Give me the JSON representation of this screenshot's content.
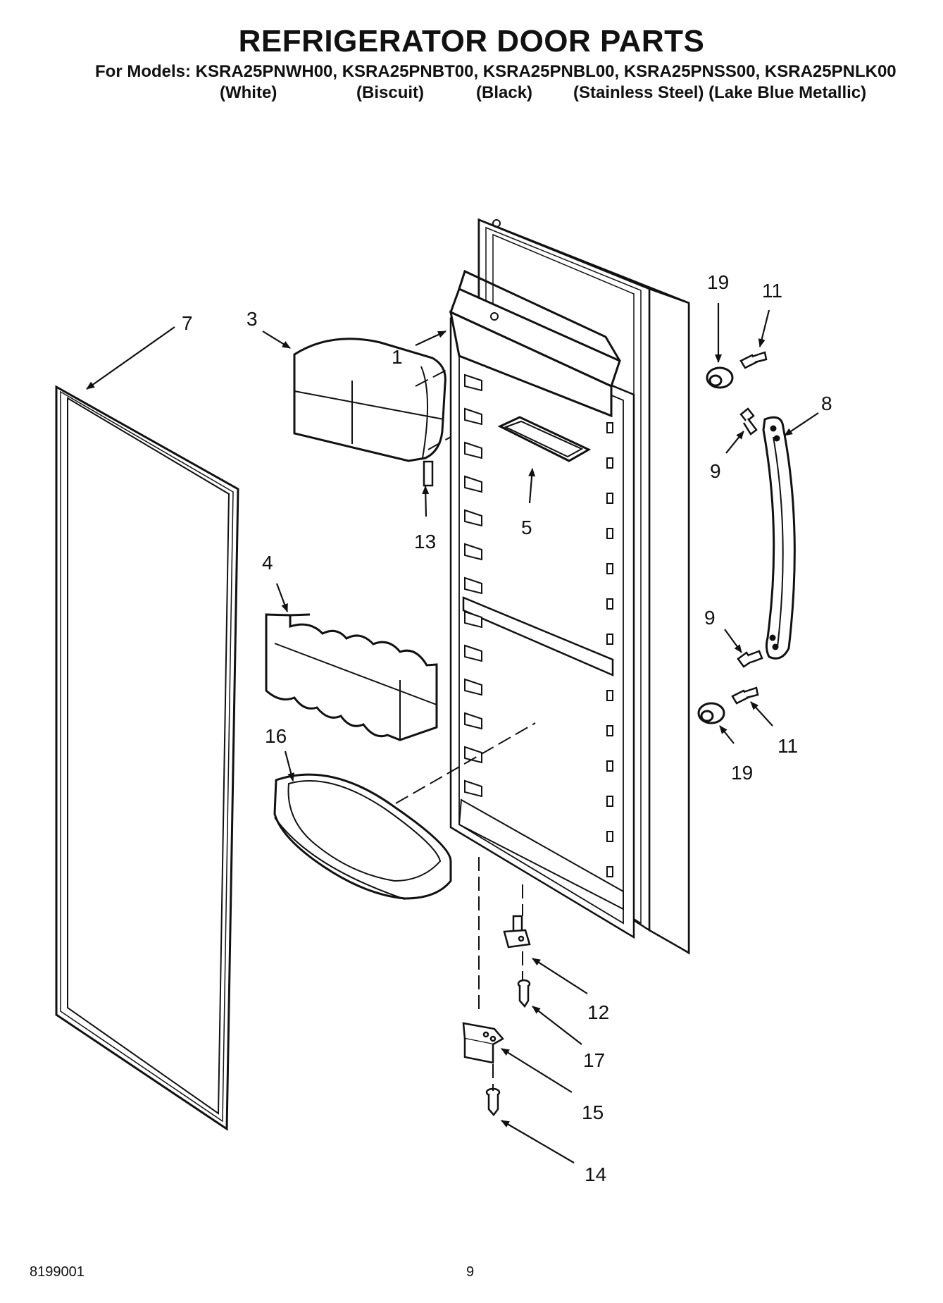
{
  "header": {
    "title": "REFRIGERATOR DOOR PARTS",
    "models_line": "For Models: KSRA25PNWH00, KSRA25PNBT00, KSRA25PNBL00, KSRA25PNSS00, KSRA25PNLK00",
    "colors": [
      "(White)",
      "(Biscuit)",
      "(Black)",
      "(Stainless Steel) (Lake Blue Metallic)"
    ]
  },
  "callouts": {
    "c1": "1",
    "c3": "3",
    "c4": "4",
    "c5": "5",
    "c7": "7",
    "c8": "8",
    "c9a": "9",
    "c9b": "9",
    "c11a": "11",
    "c11b": "11",
    "c12": "12",
    "c13": "13",
    "c14": "14",
    "c15": "15",
    "c16": "16",
    "c17": "17",
    "c19a": "19",
    "c19b": "19"
  },
  "footer": {
    "doc_number": "8199001",
    "page_number": "9"
  }
}
